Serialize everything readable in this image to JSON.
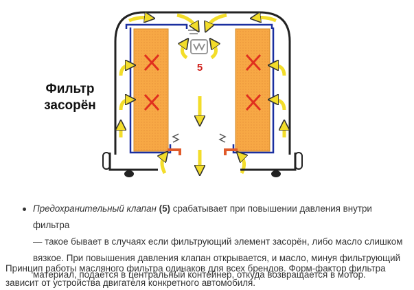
{
  "caption": {
    "line1": "Фильтр",
    "line2": "засорён"
  },
  "diagram": {
    "valve_number": "5"
  },
  "bullet": {
    "italic": "Предохранительный клапан",
    "number": "(5)",
    "line1_rest": "срабатывает при повышении давления внутри фильтра",
    "line2": "— такое бывает в случаях если фильтрующий элемент засорён, либо масло слишком",
    "line3": "вязкое. При повышения давления клапан открывается, и масло, минуя фильтрующий",
    "line4": "материал, подаётся в центральный контейнер, откуда возвращается в мотор."
  },
  "paragraph": {
    "line1": "Принцип работы масляного фильтра одинаков для всех брендов. Форм-фактор фильтра",
    "line2": "зависит от устройства двигателя конкретного автомобиля."
  }
}
